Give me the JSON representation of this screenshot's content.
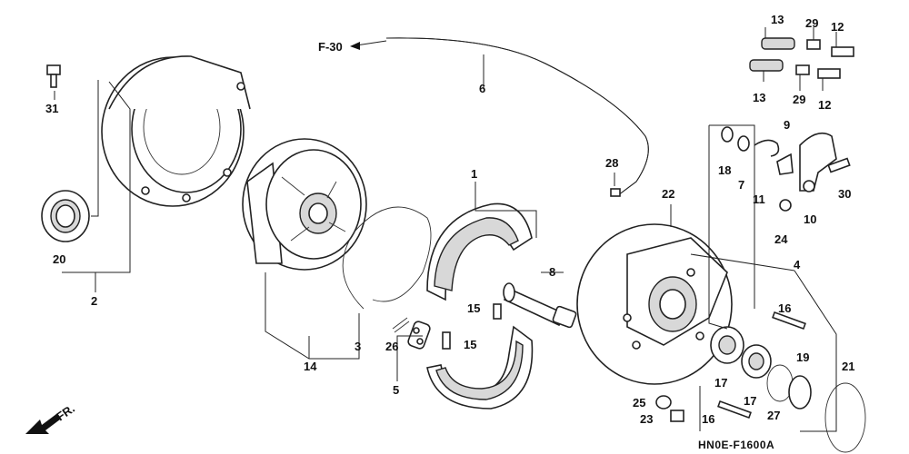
{
  "diagram": {
    "code": "HN0E-F1600A",
    "ref_arrow": "F-30",
    "front_arrow": "FR.",
    "labels": {
      "p1": "1",
      "p2": "2",
      "p3": "3",
      "p4": "4",
      "p5": "5",
      "p6": "6",
      "p7": "7",
      "p8": "8",
      "p9": "9",
      "p10": "10",
      "p11": "11",
      "p12a": "12",
      "p12b": "12",
      "p13a": "13",
      "p13b": "13",
      "p14": "14",
      "p15a": "15",
      "p15b": "15",
      "p16a": "16",
      "p16b": "16",
      "p17a": "17",
      "p17b": "17",
      "p18": "18",
      "p19": "19",
      "p20": "20",
      "p21": "21",
      "p22": "22",
      "p23": "23",
      "p24": "24",
      "p25": "25",
      "p26": "26",
      "p27": "27",
      "p28": "28",
      "p29a": "29",
      "p29b": "29",
      "p30": "30",
      "p31": "31"
    }
  }
}
